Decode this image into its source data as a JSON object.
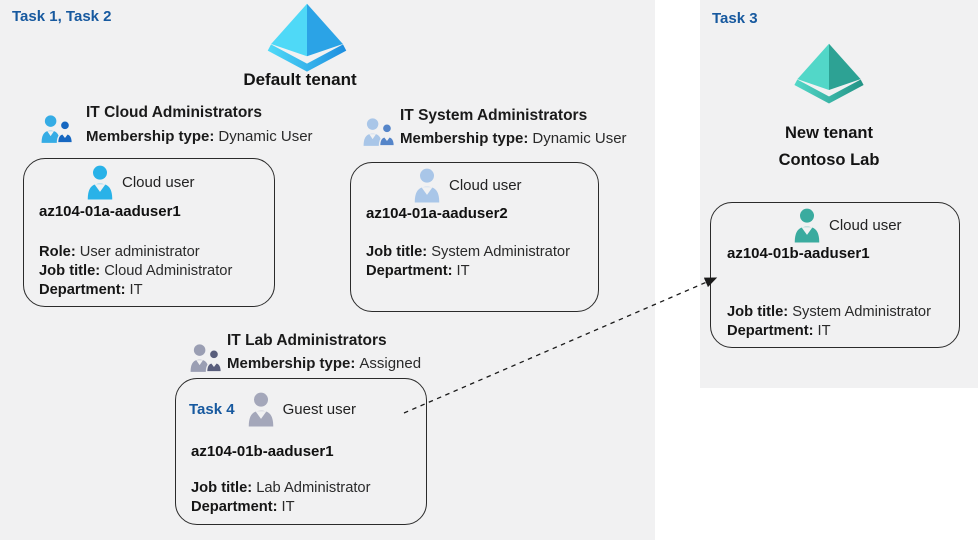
{
  "colors": {
    "panel_bg": "#f1f1f2",
    "task_label": "#17599f",
    "text": "#1b1b1b",
    "card_border": "#2b2b2b",
    "azure_light": "#4fd9f7",
    "azure_dark": "#2ba3e6",
    "teal_light": "#52d7c8",
    "teal_dark": "#2da294",
    "user_cyan": "#29b2e8",
    "user_steel": "#a9c6e8",
    "user_gray": "#a4a7ba",
    "user_teal": "#3aab9f",
    "group1_a": "#35ace5",
    "group1_b": "#1667c1",
    "group2_a": "#a9c6e8",
    "group2_b": "#5585c9",
    "group3_a": "#9a9eb3",
    "group3_b": "#595e7c"
  },
  "tasks": {
    "left": "Task 1, Task 2",
    "right": "Task 3"
  },
  "tenants": {
    "default": {
      "name": "Default tenant"
    },
    "new": {
      "line1": "New tenant",
      "line2": "Contoso Lab"
    }
  },
  "groups": [
    {
      "name": "IT Cloud Administrators",
      "membership_label": "Membership type:",
      "membership_value": "Dynamic User"
    },
    {
      "name": "IT System Administrators",
      "membership_label": "Membership type:",
      "membership_value": "Dynamic User"
    },
    {
      "name": "IT Lab Administrators",
      "membership_label": "Membership type:",
      "membership_value": "Assigned"
    }
  ],
  "users": [
    {
      "type_label": "Cloud user",
      "name": "az104-01a-aaduser1",
      "attributes": [
        {
          "label": "Role:",
          "value": "User administrator"
        },
        {
          "label": "Job title:",
          "value": "Cloud Administrator"
        },
        {
          "label": "Department:",
          "value": "IT"
        }
      ]
    },
    {
      "type_label": "Cloud user",
      "name": "az104-01a-aaduser2",
      "attributes": [
        {
          "label": "Job title:",
          "value": "System Administrator"
        },
        {
          "label": "Department:",
          "value": "IT"
        }
      ]
    },
    {
      "task_label": "Task 4",
      "type_label": "Guest user",
      "name": "az104-01b-aaduser1",
      "attributes": [
        {
          "label": "Job title:",
          "value": "Lab Administrator"
        },
        {
          "label": "Department:",
          "value": "IT"
        }
      ]
    },
    {
      "type_label": "Cloud user",
      "name": "az104-01b-aaduser1",
      "attributes": [
        {
          "label": "Job title:",
          "value": "System Administrator"
        },
        {
          "label": "Department:",
          "value": "IT"
        }
      ]
    }
  ]
}
